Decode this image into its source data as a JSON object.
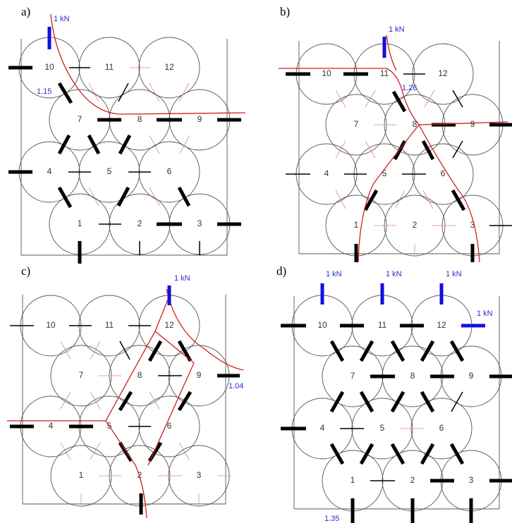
{
  "panels": [
    {
      "id": "a",
      "label": "a)",
      "load_labels": [
        "1 kN"
      ],
      "value_labels": [
        "1.15"
      ],
      "particles": [
        "1",
        "2",
        "3",
        "4",
        "5",
        "6",
        "7",
        "8",
        "9",
        "10",
        "11",
        "12"
      ]
    },
    {
      "id": "b",
      "label": "b)",
      "load_labels": [
        "1 kN"
      ],
      "value_labels": [
        "1.26"
      ],
      "particles": [
        "1",
        "2",
        "3",
        "4",
        "5",
        "6",
        "7",
        "8",
        "9",
        "10",
        "11",
        "12"
      ]
    },
    {
      "id": "c",
      "label": "c)",
      "load_labels": [
        "1 kN"
      ],
      "value_labels": [
        "1.04"
      ],
      "particles": [
        "1",
        "2",
        "3",
        "4",
        "5",
        "6",
        "7",
        "8",
        "9",
        "10",
        "11",
        "12"
      ]
    },
    {
      "id": "d",
      "label": "d)",
      "load_labels": [
        "1 kN",
        "1 kN",
        "1 kN",
        "1 kN"
      ],
      "value_labels": [
        "1.35"
      ],
      "particles": [
        "1",
        "2",
        "3",
        "4",
        "5",
        "6",
        "7",
        "8",
        "9",
        "10",
        "11",
        "12"
      ]
    }
  ],
  "colors": {
    "path": "#d11f1f",
    "load": "#1010e0",
    "contact": "#000000"
  }
}
